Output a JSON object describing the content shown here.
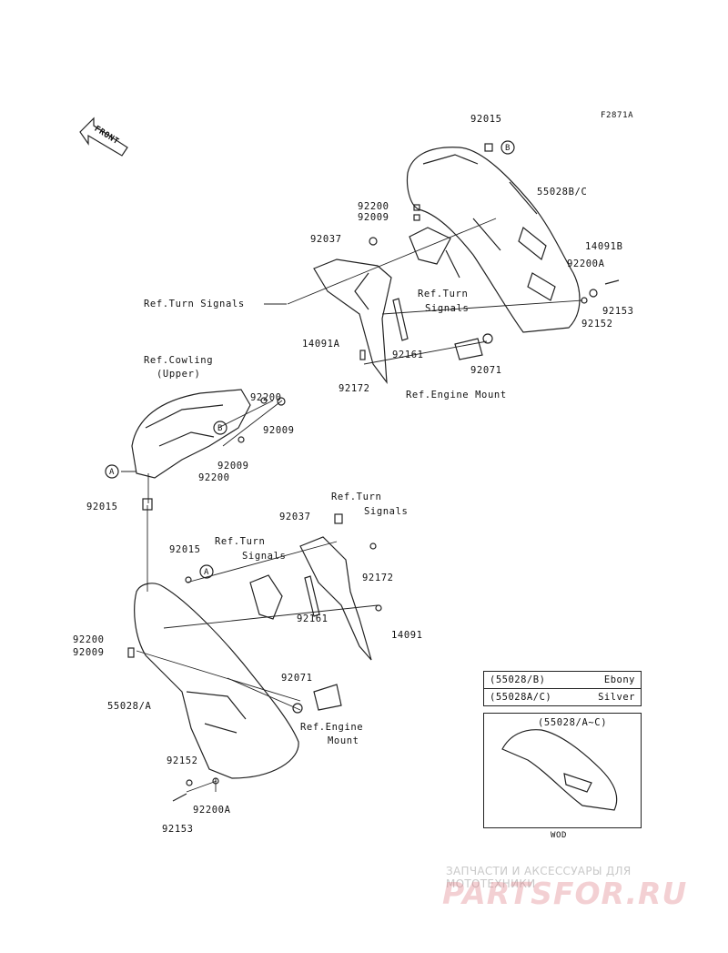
{
  "figure_code": "F2871A",
  "front_label": "FRONT",
  "callouts": {
    "A": "A",
    "B": "B"
  },
  "labels": {
    "p92015_top": "92015",
    "p55028BC": "55028B/C",
    "p92200_top": "92200",
    "p92009_top": "92009",
    "p92037_top": "92037",
    "p14091B": "14091B",
    "p92200A_right": "92200A",
    "p92153_right": "92153",
    "p92152_right": "92152",
    "ref_turn_signals_left": "Ref.Turn Signals",
    "ref_turn_signals_mid_1": "Ref.Turn",
    "ref_turn_signals_mid_2": "Signals",
    "p14091A": "14091A",
    "p92161_top": "92161",
    "p92071_top": "92071",
    "p92172_top": "92172",
    "ref_engine_mount_top": "Ref.Engine Mount",
    "ref_cowling_1": "Ref.Cowling",
    "ref_cowling_2": "(Upper)",
    "p92200_mid": "92200",
    "p92009_mid": "92009",
    "p92009_mid2": "92009",
    "p92200_mid2": "92200",
    "p92015_mid": "92015",
    "ref_turn_signals_low_r1": "Ref.Turn",
    "ref_turn_signals_low_r2": "Signals",
    "p92037_low": "92037",
    "ref_turn_signals_low_l1": "Ref.Turn",
    "ref_turn_signals_low_l2": "Signals",
    "p92015_low": "92015",
    "p92172_low": "92172",
    "p92161_low": "92161",
    "p14091": "14091",
    "p92200_low": "92200",
    "p92009_low": "92009",
    "p92071_low": "92071",
    "p55028A": "55028/A",
    "ref_engine_mount_low_1": "Ref.Engine",
    "ref_engine_mount_low_2": "Mount",
    "p92152_low": "92152",
    "p92200A_low": "92200A",
    "p92153_low": "92153"
  },
  "color_table": [
    {
      "code": "(55028/B)",
      "color": "Ebony"
    },
    {
      "code": "(55028A/C)",
      "color": "Silver"
    }
  ],
  "inset": {
    "label": "(55028/A~C)",
    "caption": "WOD"
  },
  "watermark": {
    "tagline": "ЗАПЧАСТИ И АКСЕССУАРЫ ДЛЯ МОТОТЕХНИКИ",
    "logo": "PARTSFOR.RU"
  }
}
